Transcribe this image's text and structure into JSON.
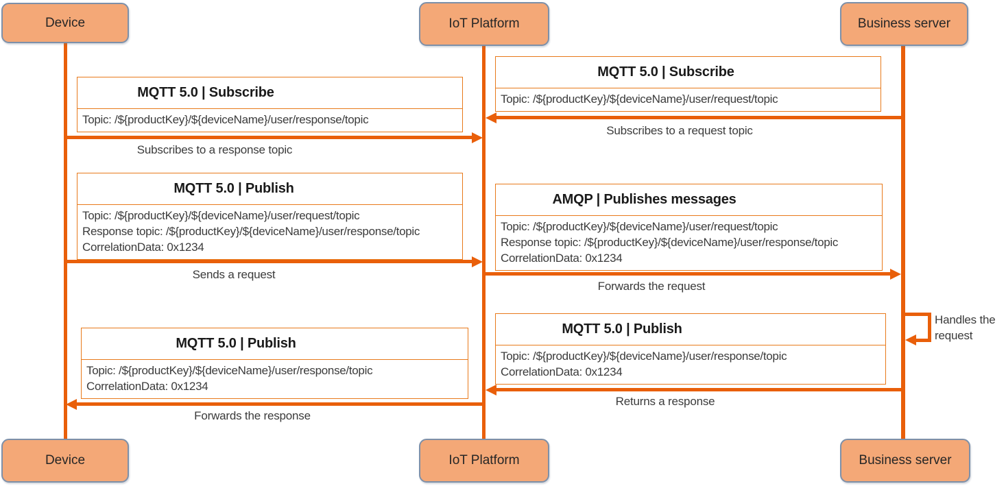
{
  "actors": {
    "device": "Device",
    "iot_platform": "IoT Platform",
    "business_server": "Business server"
  },
  "messages": [
    {
      "protocol_title": "MQTT 5.0 | Subscribe",
      "body_lines": [
        "Topic: /${productKey}/${deviceName}/user/response/topic"
      ],
      "arrow_label": "Subscribes to a response topic",
      "from": "Device",
      "to": "IoT Platform"
    },
    {
      "protocol_title": "MQTT 5.0 | Subscribe",
      "body_lines": [
        "Topic: /${productKey}/${deviceName}/user/request/topic"
      ],
      "arrow_label": "Subscribes to a request topic",
      "from": "Business server",
      "to": "IoT Platform"
    },
    {
      "protocol_title": "MQTT 5.0 | Publish",
      "body_lines": [
        "Topic: /${productKey}/${deviceName}/user/request/topic",
        "Response topic: /${productKey}/${deviceName}/user/response/topic",
        "CorrelationData: 0x1234"
      ],
      "arrow_label": "Sends a request",
      "from": "Device",
      "to": "IoT Platform"
    },
    {
      "protocol_title": "AMQP | Publishes messages",
      "body_lines": [
        "Topic: /${productKey}/${deviceName}/user/request/topic",
        "Response topic: /${productKey}/${deviceName}/user/response/topic",
        "CorrelationData: 0x1234"
      ],
      "arrow_label": "Forwards the request",
      "from": "IoT Platform",
      "to": "Business server"
    },
    {
      "protocol_title": "MQTT 5.0 | Publish",
      "body_lines": [
        "Topic: /${productKey}/${deviceName}/user/response/topic",
        "CorrelationData: 0x1234"
      ],
      "arrow_label": "Returns a response",
      "from": "Business server",
      "to": "IoT Platform"
    },
    {
      "protocol_title": "MQTT 5.0 | Publish",
      "body_lines": [
        "Topic: /${productKey}/${deviceName}/user/response/topic",
        "CorrelationData: 0x1234"
      ],
      "arrow_label": "Forwards the response",
      "from": "IoT Platform",
      "to": "Device"
    }
  ],
  "self_action": {
    "actor": "Business server",
    "label": "Handles the request",
    "label_lines": [
      "Handles the",
      "request"
    ]
  },
  "colors": {
    "arrow_orange": "#E95F0A",
    "box_border_orange": "#E8791A",
    "actor_fill": "#F4A877",
    "actor_border": "#7D90A9"
  }
}
